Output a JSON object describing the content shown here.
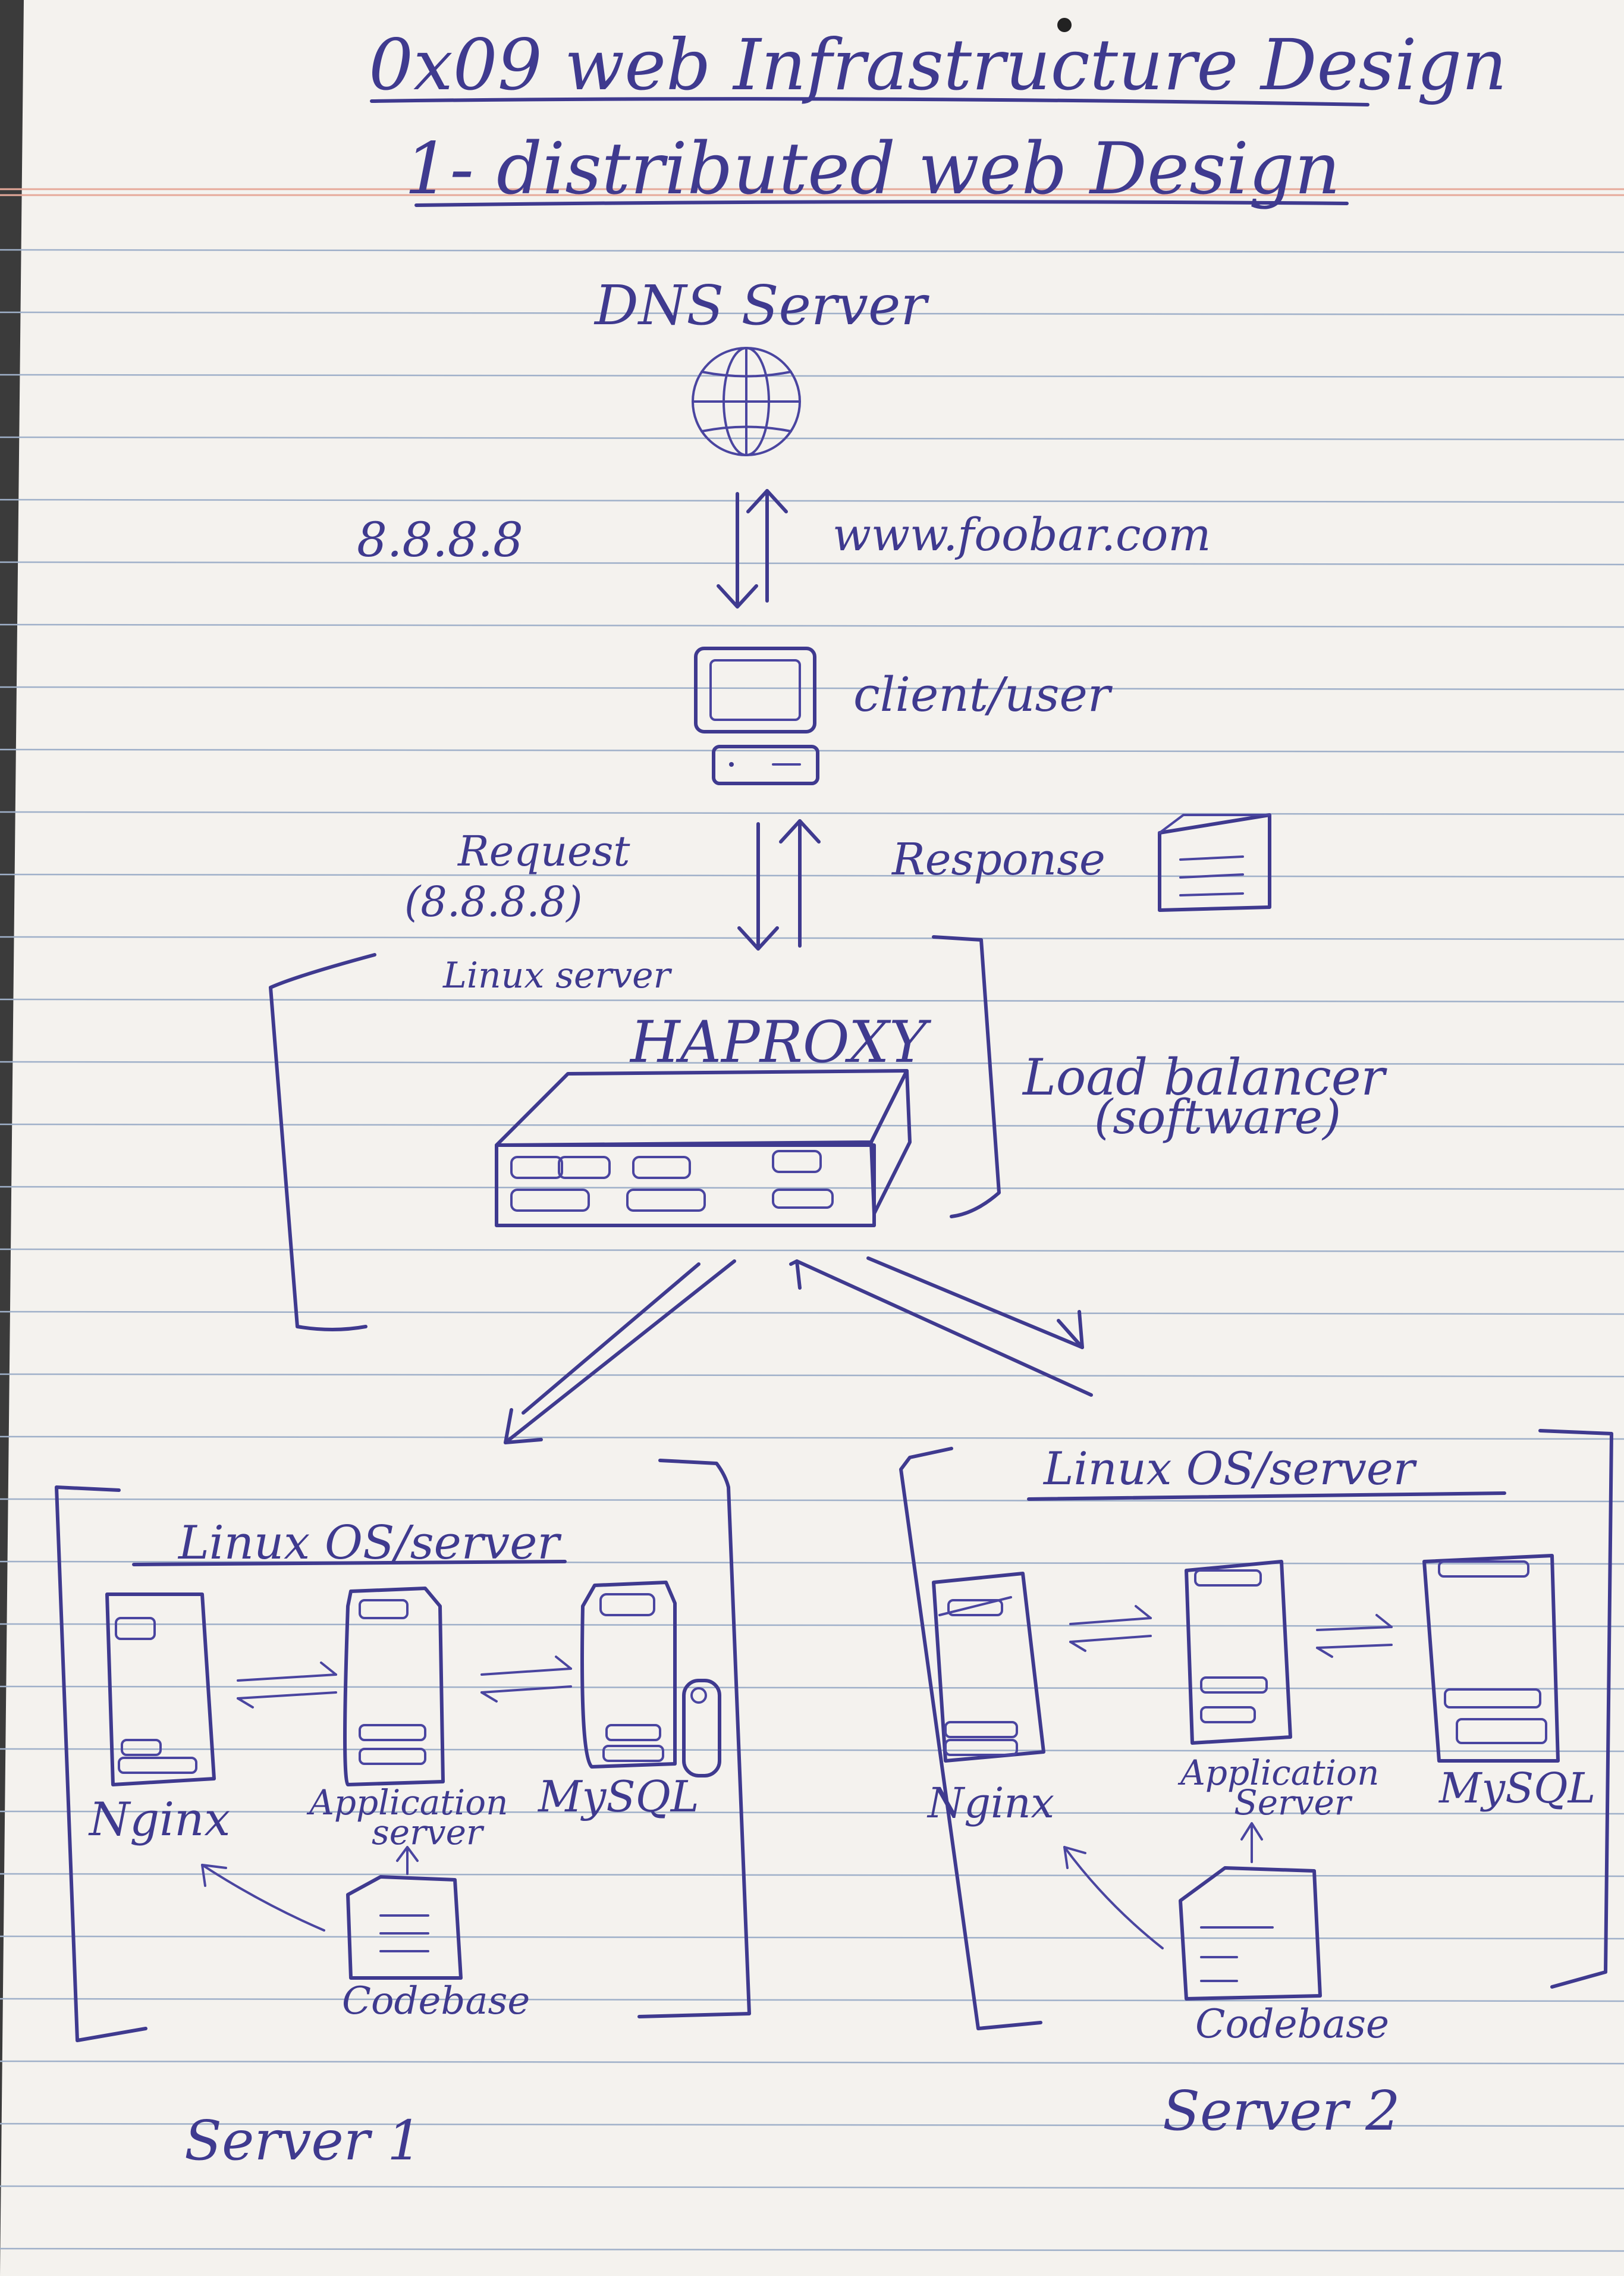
{
  "title_line1": "0x09 web Infrastructure Design",
  "title_line2": "1- distributed web Design",
  "dns": {
    "label": "DNS Server",
    "ip": "8.8.8.8",
    "domain": "www.foobar.com"
  },
  "client": {
    "label": "client/user"
  },
  "request": {
    "label": "Request",
    "ip": "(8.8.8.8)"
  },
  "response": {
    "label": "Response"
  },
  "load_balancer": {
    "server_label": "Linux server",
    "name": "HAPROXY",
    "desc_line1": "Load balancer",
    "desc_line2": "(software)"
  },
  "server1": {
    "os_label": "Linux OS/server",
    "nginx": "Nginx",
    "app_line1": "Application",
    "app_line2": "server",
    "mysql": "MySQL",
    "codebase": "Codebase",
    "caption": "Server 1"
  },
  "server2": {
    "os_label": "Linux OS/server",
    "nginx": "Nginx",
    "app_line1": "Application",
    "app_line2": "Server",
    "mysql": "MySQL",
    "codebase": "Codebase",
    "caption": "Server 2"
  },
  "colors": {
    "ink": "#3f3a8f",
    "paper": "#f4f2ee",
    "rule": "#9fb0c9",
    "margin_rule": "#e6a99a"
  }
}
